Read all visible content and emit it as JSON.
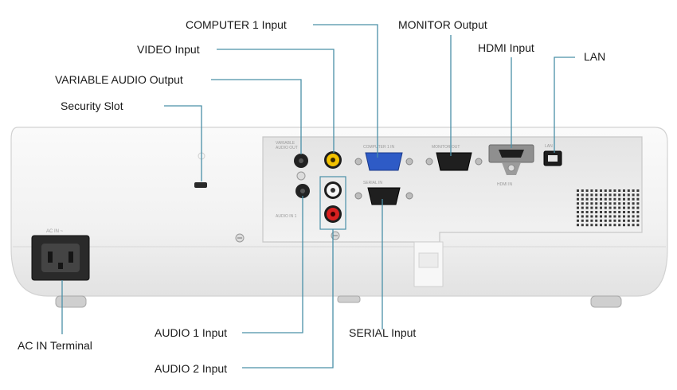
{
  "labels": {
    "computer1": "COMPUTER 1 Input",
    "monitor": "MONITOR Output",
    "video": "VIDEO Input",
    "hdmi": "HDMI Input",
    "lan": "LAN",
    "variable_audio": "VARIABLE AUDIO Output",
    "security": "Security Slot",
    "ac_in": "AC IN Terminal",
    "audio1": "AUDIO 1 Input",
    "serial": "SERIAL Input",
    "audio2": "AUDIO 2 Input"
  },
  "colors": {
    "leader_line": "#4a90a8",
    "body": "#f4f4f4",
    "panel": "#ececec",
    "vga_blue": "#2e5bc6",
    "rca_yellow": "#f2c200",
    "rca_white": "#f7f7f7",
    "rca_red": "#d92020"
  }
}
